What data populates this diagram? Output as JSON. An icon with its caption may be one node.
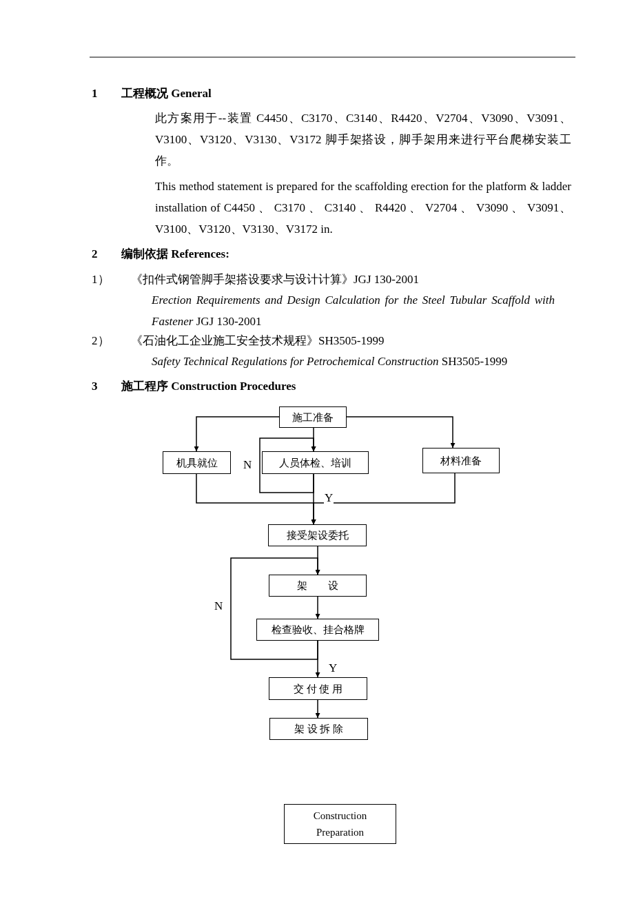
{
  "diagram": {
    "nodes": [
      {
        "text": [
          "施工准备"
        ]
      },
      {
        "text": [
          "机具就位"
        ]
      },
      {
        "text": [
          "人员体检、培训"
        ]
      },
      {
        "text": [
          "材料准备"
        ]
      },
      {
        "text": [
          "接受架设委托"
        ]
      },
      {
        "text": [
          "架　　设"
        ]
      },
      {
        "text": [
          "检查验收、挂合格牌"
        ]
      },
      {
        "text": [
          "交 付 使 用"
        ]
      },
      {
        "text": [
          "架 设 拆 除"
        ]
      },
      {
        "text": [
          "Construction Preparation"
        ]
      }
    ],
    "edges": [
      {
        "from": 0,
        "to": 1,
        "arrow": "to"
      },
      {
        "from": 0,
        "to": 2,
        "arrow": "to"
      },
      {
        "from": 0,
        "to": 3,
        "arrow": "to"
      },
      {
        "from": 2,
        "to": 2,
        "arrow": "to",
        "label": "N"
      },
      {
        "from": 2,
        "to": 4,
        "arrow": "to",
        "label": "Y"
      },
      {
        "from": 1,
        "to": 4,
        "arrow": "to"
      },
      {
        "from": 3,
        "to": 4,
        "arrow": "to"
      },
      {
        "from": 4,
        "to": 5,
        "arrow": "to"
      },
      {
        "from": 5,
        "to": 6,
        "arrow": "to"
      },
      {
        "from": 6,
        "to": 5,
        "arrow": "to",
        "label": "N"
      },
      {
        "from": 6,
        "to": 7,
        "arrow": "to",
        "label": "Y"
      },
      {
        "from": 7,
        "to": 8,
        "arrow": "to"
      }
    ],
    "labels": [
      "1",
      "工程概况  General",
      "此方案用于--装置 C4450、C3170、C3140、R4420、V2704、V3090、V3091、V3100、V3120、V3130、V3172 脚手架搭设，脚手架用来进行平台爬梯安装工作。",
      "This method statement is prepared for the scaffolding erection for the platform & ladder installation of C4450 、 C3170 、 C3140 、 R4420 、 V2704 、 V3090 、 V3091、V3100、V3120、V3130、V3172 in.",
      "2",
      "编制依据  References:",
      "1）",
      "《扣件式钢管脚手架搭设要求与设计计算》JGJ 130-2001",
      "*Erection Requirements and Design Calculation for the Steel Tubular Scaffold with Fastener* JGJ 130-2001",
      "2）",
      "《石油化工企业施工安全技术规程》SH3505-1999",
      "*Safety Technical Regulations for Petrochemical Construction* SH3505-1999",
      "3",
      "施工程序  Construction Procedures"
    ]
  }
}
